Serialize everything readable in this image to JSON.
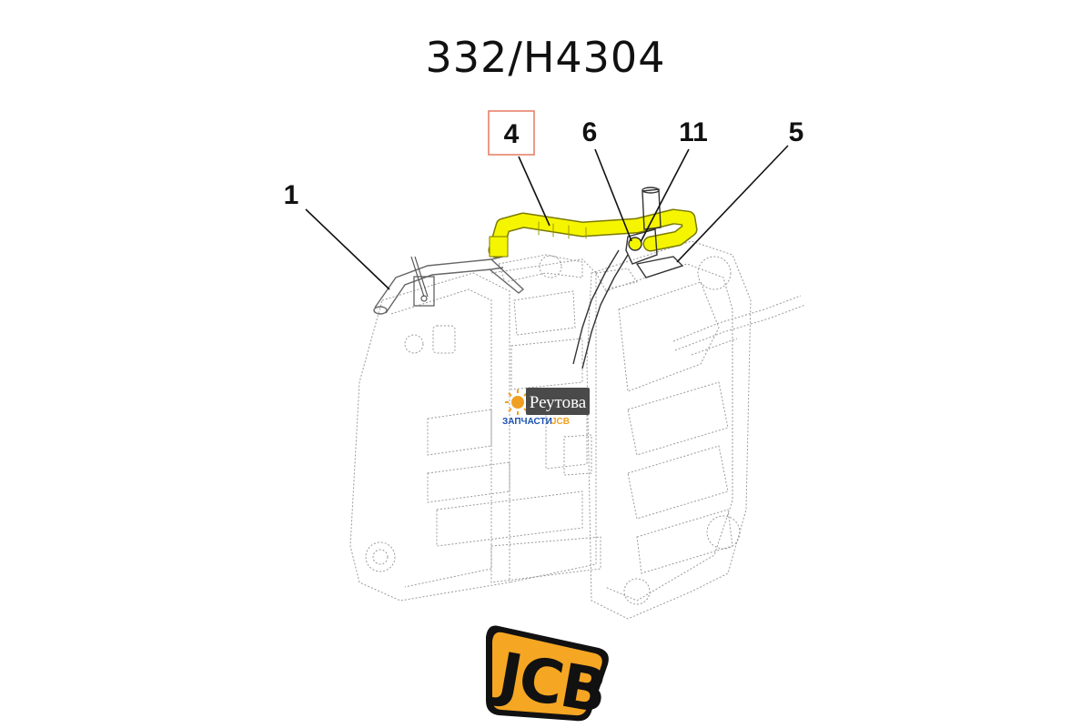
{
  "diagram": {
    "part_number": "332/H4304",
    "highlight_color": "#f5f500",
    "highlight_box_color": "#e8826a",
    "callouts": [
      {
        "id": "1",
        "label": "1"
      },
      {
        "id": "4",
        "label": "4",
        "highlighted": true
      },
      {
        "id": "6",
        "label": "6"
      },
      {
        "id": "11",
        "label": "11"
      },
      {
        "id": "5",
        "label": "5"
      }
    ]
  },
  "watermark": {
    "icon": "sun-icon",
    "brand": "Реутова",
    "subtitle": "ЗАПЧАСТИ",
    "subtitle_brand": "JCB"
  },
  "logo": {
    "text": "JCB",
    "color": "#f5a623"
  }
}
